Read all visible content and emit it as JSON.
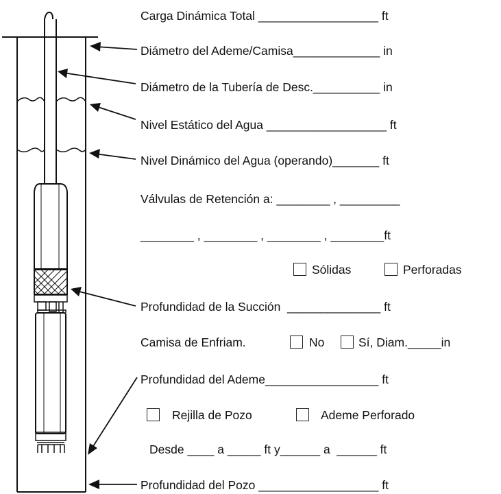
{
  "form": {
    "total_dynamic_head": "Carga Dinámica Total __________________ ft",
    "casing_diameter": "Diámetro del Ademe/Camisa_____________ in",
    "drop_pipe_diameter": "Diámetro de la Tubería de Desc.__________ in",
    "static_water_level": "Nivel Estático del Agua __________________ ft",
    "dynamic_water_level": "Nivel Dinámico del Agua (operando)_______ ft",
    "check_valves_line1": "Válvulas de Retención a: ________ , _________",
    "check_valves_line2": "________ , ________ , ________ , ________ft",
    "solid_label": "Sólidas",
    "perforated_label": "Perforadas",
    "suction_depth": "Profundidad de la Succión  ______________ ft",
    "cooling_sleeve": "Camisa de Enfriam.",
    "no_label": "No",
    "yes_label": "Sí, Diam._____in",
    "casing_depth": "Profundidad del Ademe_________________ ft",
    "well_screen_label": "Rejilla de Pozo",
    "perforated_casing_label": "Ademe Perforado",
    "from_to_line": "Desde ____ a _____ ft y______ a  ______ ft",
    "well_depth": "Profundidad del Pozo __________________ ft"
  }
}
